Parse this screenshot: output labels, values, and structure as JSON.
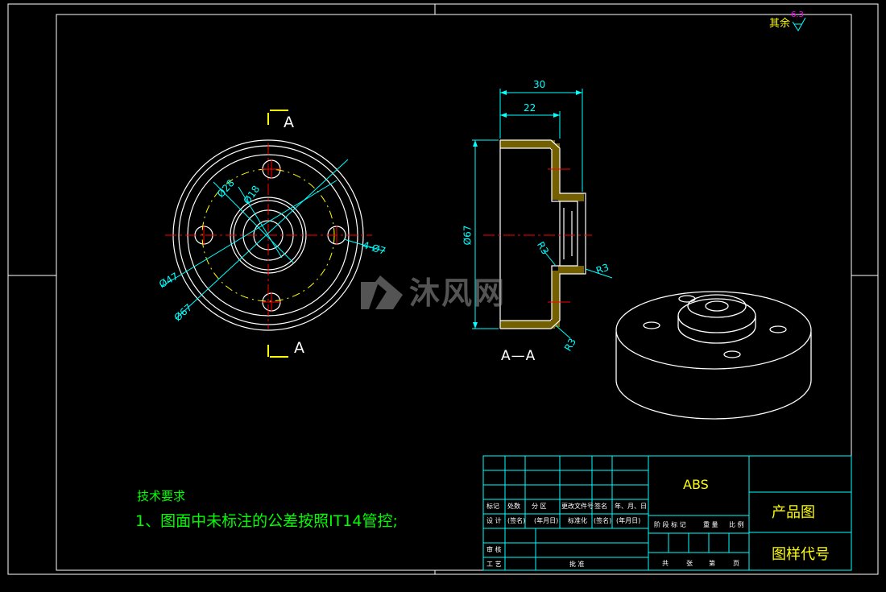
{
  "roughness": {
    "label": "其余",
    "value": "6.3"
  },
  "section_marks": {
    "top": "A",
    "bottom": "A",
    "view_title": "A—A"
  },
  "front_view_dims": {
    "d28": "Ø28",
    "d18": "Ø18",
    "d47": "Ø47",
    "d67": "Ø67",
    "holes": "4-Ø7"
  },
  "section_view_dims": {
    "w30": "30",
    "w22": "22",
    "d67": "Ø67",
    "r3a": "R3",
    "r3b": "R3",
    "r3c": "R3"
  },
  "tech_req": {
    "title": "技术要求",
    "line1": "1、图面中未标注的公差按照IT14管控;"
  },
  "title_block": {
    "material": "ABS",
    "drawing_name": "产品图",
    "drawing_code": "图样代号",
    "row_headers": [
      "标记",
      "处数",
      "分 区",
      "更改文件号",
      "签名",
      "年、月、日"
    ],
    "row_design": [
      "设 计",
      "(签名)",
      "(年月日)",
      "标准化",
      "(签名)",
      "(年月日)"
    ],
    "stage_headers": [
      "阶 段 标 记",
      "重 量",
      "比 例"
    ],
    "review": "审 核",
    "process": "工 艺",
    "approve": "批 准",
    "sheets": [
      "共",
      "张",
      "第",
      "页"
    ]
  },
  "watermark": {
    "text": "沐风网"
  }
}
